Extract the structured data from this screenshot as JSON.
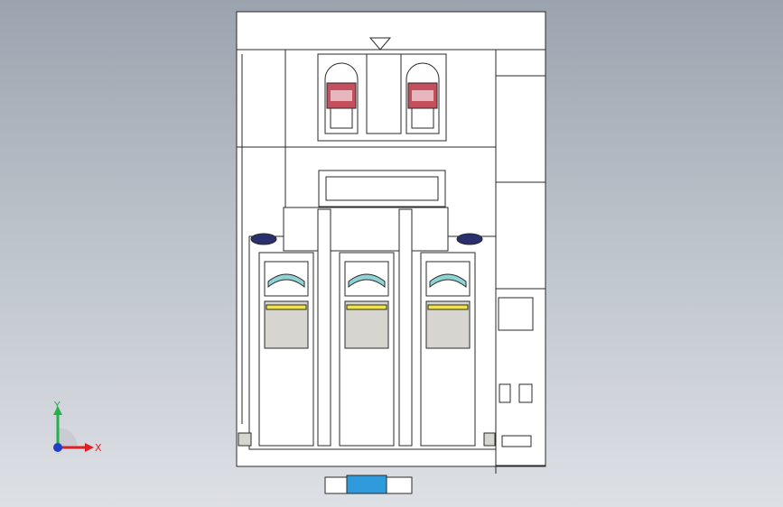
{
  "app": {
    "view": "Front"
  },
  "model": {
    "component": "contactor",
    "colors": {
      "body_fill": "#ffffff",
      "edge": "#2a2a2a",
      "terminal_red": "#c4505d",
      "terminal_pink": "#e7b7bd",
      "window_cyan": "#8fd3d6",
      "indicator_yellow": "#f2e63a",
      "slot_gray": "#d7d5cf",
      "cap_navy": "#2a2f6e",
      "actuator_blue": "#2f9bdc"
    },
    "pole_count": 3
  },
  "triad": {
    "y_label": "Y",
    "x_label": "X",
    "colors": {
      "y": "#22b14c",
      "x": "#e02020",
      "origin": "#1f3fc8"
    }
  }
}
